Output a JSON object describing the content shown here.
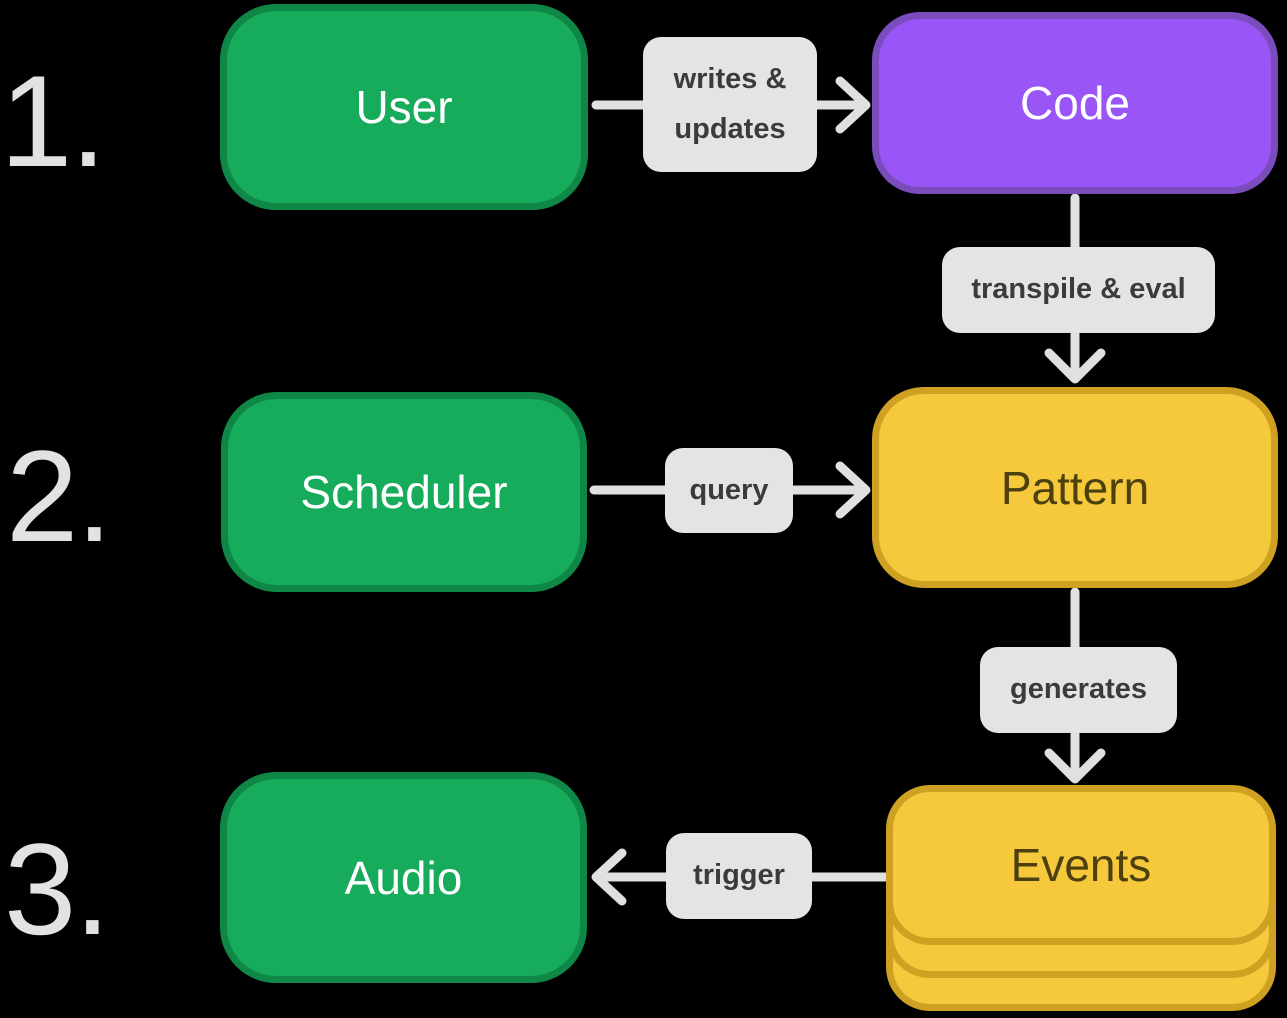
{
  "colors": {
    "bg": "#000000",
    "green-fill": "#17AB5C",
    "green-border": "#0E8747",
    "purple-fill": "#9A55F6",
    "purple-border": "#7B4CBB",
    "yellow-fill": "#F6C83B",
    "yellow-border": "#CEA122",
    "yellow-text": "#4C400F",
    "label-bg": "#E4E4E4",
    "label-text": "#3B3B3B",
    "arrow": "#E0E0E0",
    "number-text": "#E2E2E2",
    "node-text-light": "#FFFFFF"
  },
  "steps": [
    {
      "number": "1."
    },
    {
      "number": "2."
    },
    {
      "number": "3."
    }
  ],
  "nodes": {
    "user": {
      "label": "User"
    },
    "code": {
      "label": "Code"
    },
    "scheduler": {
      "label": "Scheduler"
    },
    "pattern": {
      "label": "Pattern"
    },
    "events": {
      "label": "Events"
    },
    "audio": {
      "label": "Audio"
    }
  },
  "edges": {
    "user_code": {
      "label": "writes & updates"
    },
    "code_pattern": {
      "label": "transpile & eval"
    },
    "scheduler_pattern": {
      "label": "query"
    },
    "pattern_events": {
      "label": "generates"
    },
    "events_audio": {
      "label": "trigger"
    }
  }
}
